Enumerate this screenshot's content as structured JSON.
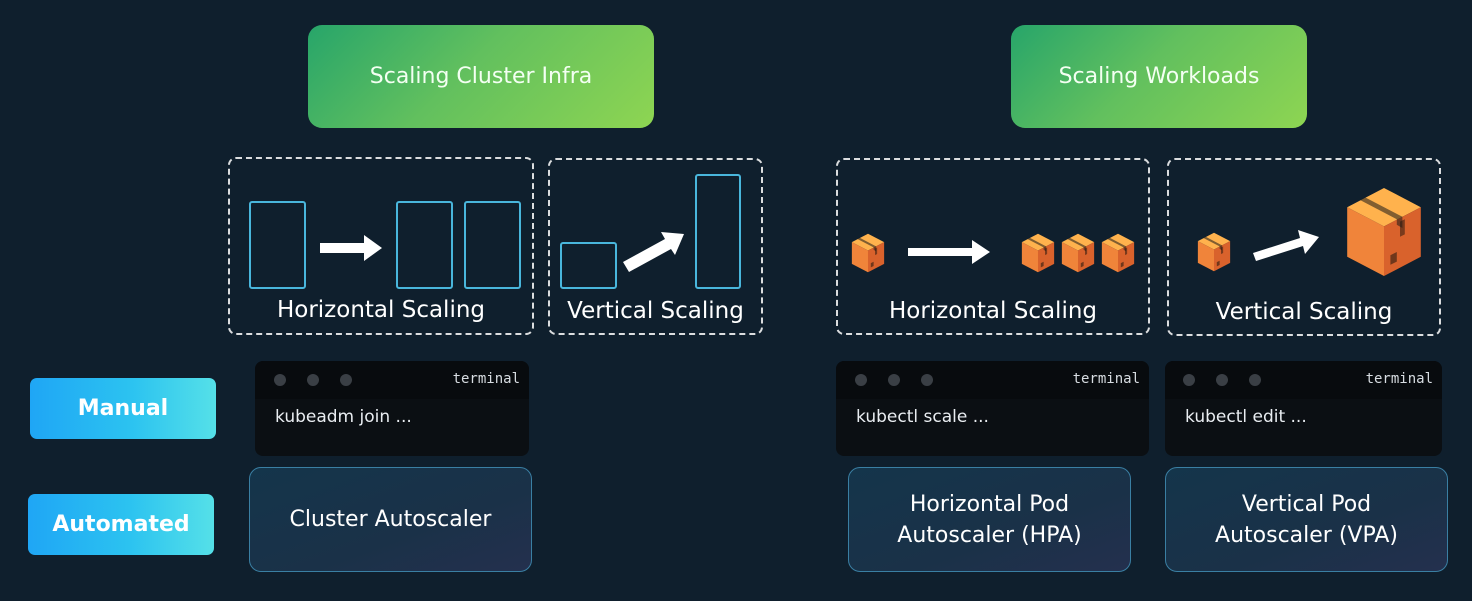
{
  "sections": {
    "cluster": {
      "title": "Scaling Cluster Infra",
      "horizontal_label": "Horizontal Scaling",
      "vertical_label": "Vertical Scaling",
      "manual_command": "kubeadm join ...",
      "automated": "Cluster Autoscaler"
    },
    "workloads": {
      "title": "Scaling Workloads",
      "horizontal_label": "Horizontal Scaling",
      "vertical_label": "Vertical Scaling",
      "horizontal_manual_command": "kubectl scale ...",
      "vertical_manual_command": "kubectl edit ...",
      "horizontal_automated": "Horizontal Pod\nAutoscaler (HPA)",
      "vertical_automated": "Vertical Pod\nAutoscaler (VPA)"
    }
  },
  "modes": {
    "manual": "Manual",
    "automated": "Automated"
  },
  "terminal_label": "terminal",
  "icons": {
    "node": "server-node-icon",
    "pod": "package-box-icon",
    "arrow": "right-arrow-icon"
  },
  "colors": {
    "background": "#0f1f2d",
    "header_gradient_start": "#27a56a",
    "header_gradient_end": "#8ed552",
    "node_outline": "#49b6dc",
    "badge_gradient_start": "#1fa6f5",
    "badge_gradient_end": "#55e0e8",
    "box_orange": "#f08a3a"
  }
}
